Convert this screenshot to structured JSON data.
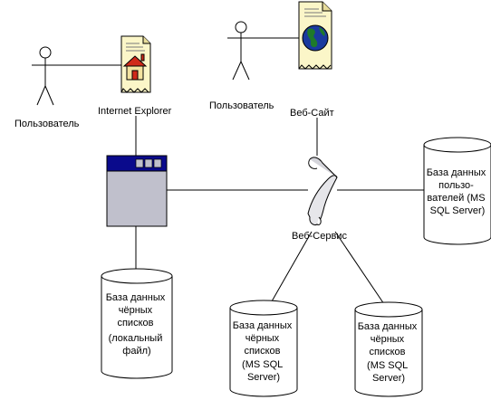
{
  "actors": {
    "left": {
      "label": "Пользователь"
    },
    "right": {
      "label": "Пользователь"
    }
  },
  "nodes": {
    "internet_explorer": {
      "label": "Internet Explorer",
      "icon": "home-document-icon"
    },
    "website": {
      "label": "Веб-Сайт",
      "icon": "globe-document-icon"
    },
    "client_app": {
      "icon": "application-window-icon"
    },
    "web_service": {
      "label": "Веб-Сервис",
      "icon": "scroll-icon"
    },
    "db_users": {
      "lines": [
        "База данных",
        "пользо-",
        "вателей (MS",
        "SQL Server)"
      ]
    },
    "db_local": {
      "lines": [
        "База данных",
        "чёрных",
        "списков",
        "(локальный",
        "файл)"
      ]
    },
    "db_mssql_1": {
      "lines": [
        "База данных",
        "чёрных",
        "списков",
        "(MS SQL",
        "Server)"
      ]
    },
    "db_mssql_2": {
      "lines": [
        "База данных",
        "чёрных",
        "списков",
        "(MS SQL",
        "Server)"
      ]
    }
  },
  "colors": {
    "window_titlebar": "#0a0a8c",
    "window_body": "#c0c0cc",
    "document_fill": "#fbf6c8",
    "house_wall": "#f3e3a0",
    "house_roof": "#d02a1a",
    "globe_blue": "#1a3a9e",
    "globe_green": "#1e7a2a",
    "scroll_fill": "#e6e6ea"
  }
}
